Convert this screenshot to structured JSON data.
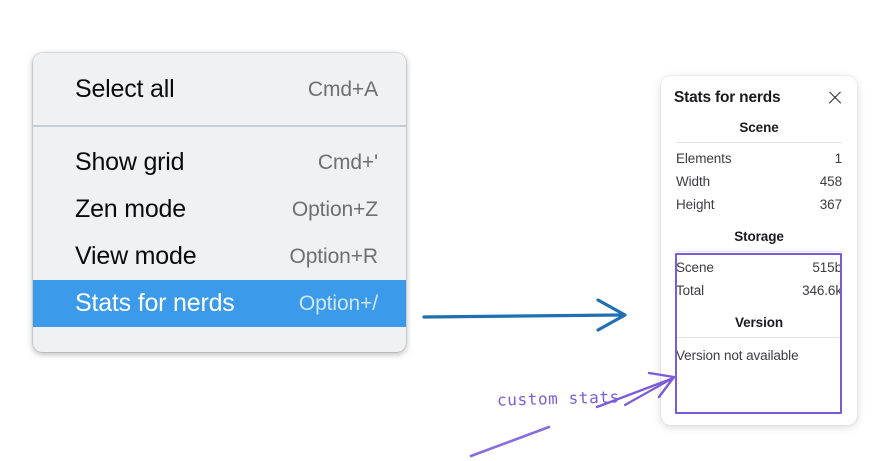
{
  "menu": {
    "sections": [
      {
        "items": [
          {
            "label": "Select all",
            "shortcut": "Cmd+A",
            "selected": false
          }
        ]
      },
      {
        "items": [
          {
            "label": "Show grid",
            "shortcut": "Cmd+'",
            "selected": false
          },
          {
            "label": "Zen mode",
            "shortcut": "Option+Z",
            "selected": false
          },
          {
            "label": "View mode",
            "shortcut": "Option+R",
            "selected": false
          },
          {
            "label": "Stats for nerds",
            "shortcut": "Option+/",
            "selected": true
          }
        ]
      }
    ],
    "selected_background": "#3b9bea",
    "background": "#f0f1f3"
  },
  "stats_panel": {
    "title": "Stats for nerds",
    "close_icon": "close-icon",
    "sections": [
      {
        "heading": "Scene",
        "rows": [
          {
            "key": "Elements",
            "value": "1"
          },
          {
            "key": "Width",
            "value": "458"
          },
          {
            "key": "Height",
            "value": "367"
          }
        ]
      },
      {
        "heading": "Storage",
        "rows": [
          {
            "key": "Scene",
            "value": "515b"
          },
          {
            "key": "Total",
            "value": "346.6k"
          }
        ]
      },
      {
        "heading": "Version",
        "text": "Version not available"
      }
    ],
    "highlight_color": "#7c5cd6"
  },
  "annotations": {
    "custom_stats_label": "custom stats",
    "arrow_color_blue": "#1f6fb2",
    "arrow_color_purple": "#7c5cd6"
  }
}
